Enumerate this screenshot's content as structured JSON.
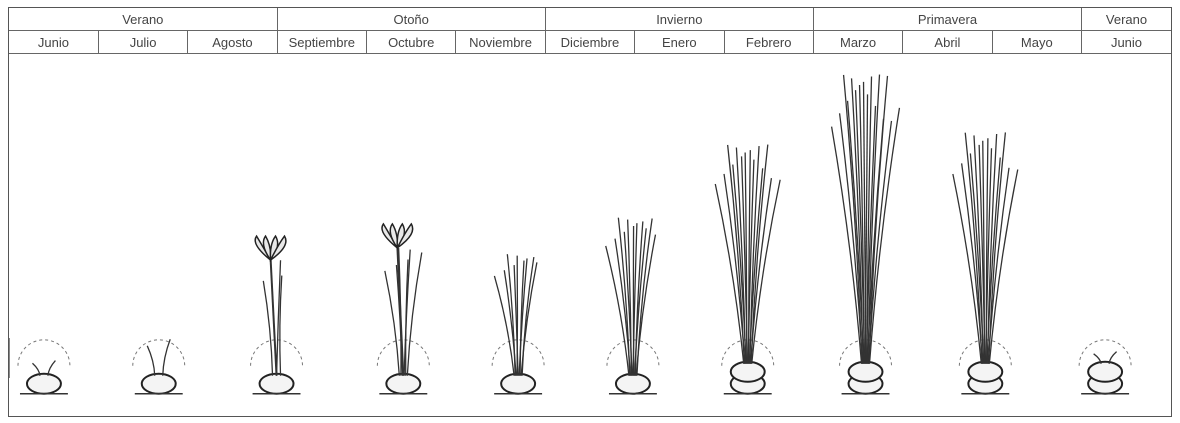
{
  "seasons": [
    {
      "label": "Verano",
      "span": 3
    },
    {
      "label": "Otoño",
      "span": 3
    },
    {
      "label": "Invierno",
      "span": 3
    },
    {
      "label": "Primavera",
      "span": 3
    },
    {
      "label": "Verano",
      "span": 1
    }
  ],
  "months": [
    "Junio",
    "Julio",
    "Agosto",
    "Septiembre",
    "Octubre",
    "Noviembre",
    "Diciembre",
    "Enero",
    "Febrero",
    "Marzo",
    "Abril",
    "Mayo",
    "Junio"
  ],
  "stages": [
    {
      "stage": "dormant-corm",
      "leaf_height": 0.05,
      "leaves": 2,
      "flower": false,
      "corms": 1
    },
    {
      "stage": "sprouting",
      "leaf_height": 0.12,
      "leaves": 2,
      "flower": false,
      "corms": 1
    },
    {
      "stage": "flowering",
      "leaf_height": 0.38,
      "leaves": 3,
      "flower": true,
      "corms": 1
    },
    {
      "stage": "flowering-leaves",
      "leaf_height": 0.42,
      "leaves": 6,
      "flower": true,
      "corms": 1
    },
    {
      "stage": "leaf-growth",
      "leaf_height": 0.4,
      "leaves": 9,
      "flower": false,
      "corms": 1
    },
    {
      "stage": "leaf-growth",
      "leaf_height": 0.52,
      "leaves": 11,
      "flower": false,
      "corms": 1
    },
    {
      "stage": "leaf-growth",
      "leaf_height": 0.72,
      "leaves": 14,
      "flower": false,
      "corms": 2
    },
    {
      "stage": "peak-leaves",
      "leaf_height": 0.95,
      "leaves": 16,
      "flower": false,
      "corms": 2
    },
    {
      "stage": "senescence",
      "leaf_height": 0.76,
      "leaves": 14,
      "flower": false,
      "corms": 2
    },
    {
      "stage": "dormant-new-corms",
      "leaf_height": 0.04,
      "leaves": 2,
      "flower": false,
      "corms": 2
    }
  ]
}
